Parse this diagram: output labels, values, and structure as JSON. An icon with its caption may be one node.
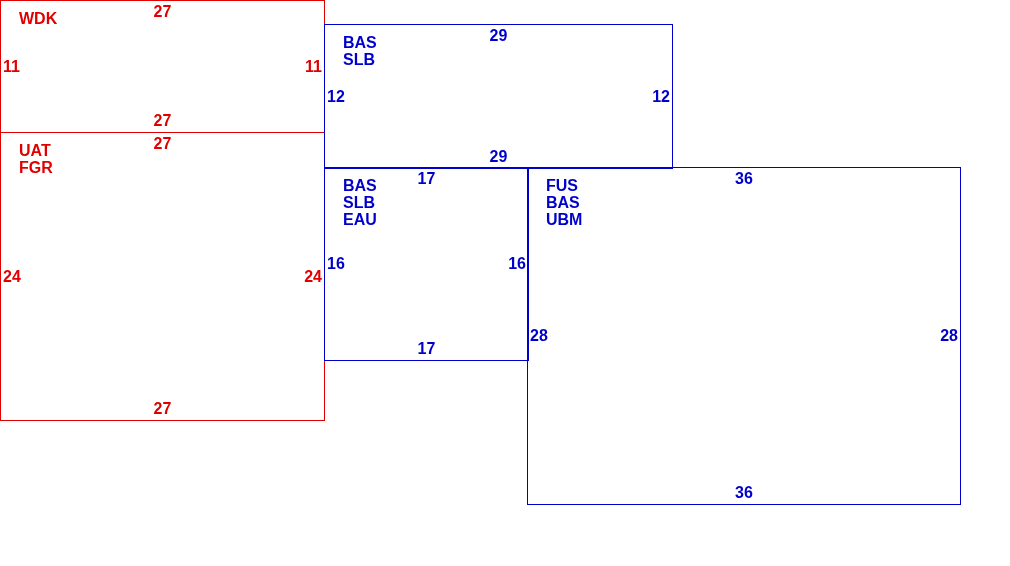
{
  "diagram": {
    "nodes": [
      {
        "text": [
          "WDK",
          "27",
          "11",
          "11",
          "27"
        ]
      },
      {
        "text": [
          "UAT",
          "FGR",
          "27",
          "24",
          "24",
          "27"
        ]
      },
      {
        "text": [
          "BAS",
          "SLB",
          "29",
          "12",
          "12",
          "29"
        ]
      },
      {
        "text": [
          "BAS",
          "SLB",
          "EAU",
          "17",
          "16",
          "16",
          "17"
        ]
      },
      {
        "text": [
          "FUS",
          "BAS",
          "UBM",
          "36",
          "28",
          "28",
          "36"
        ]
      }
    ]
  }
}
